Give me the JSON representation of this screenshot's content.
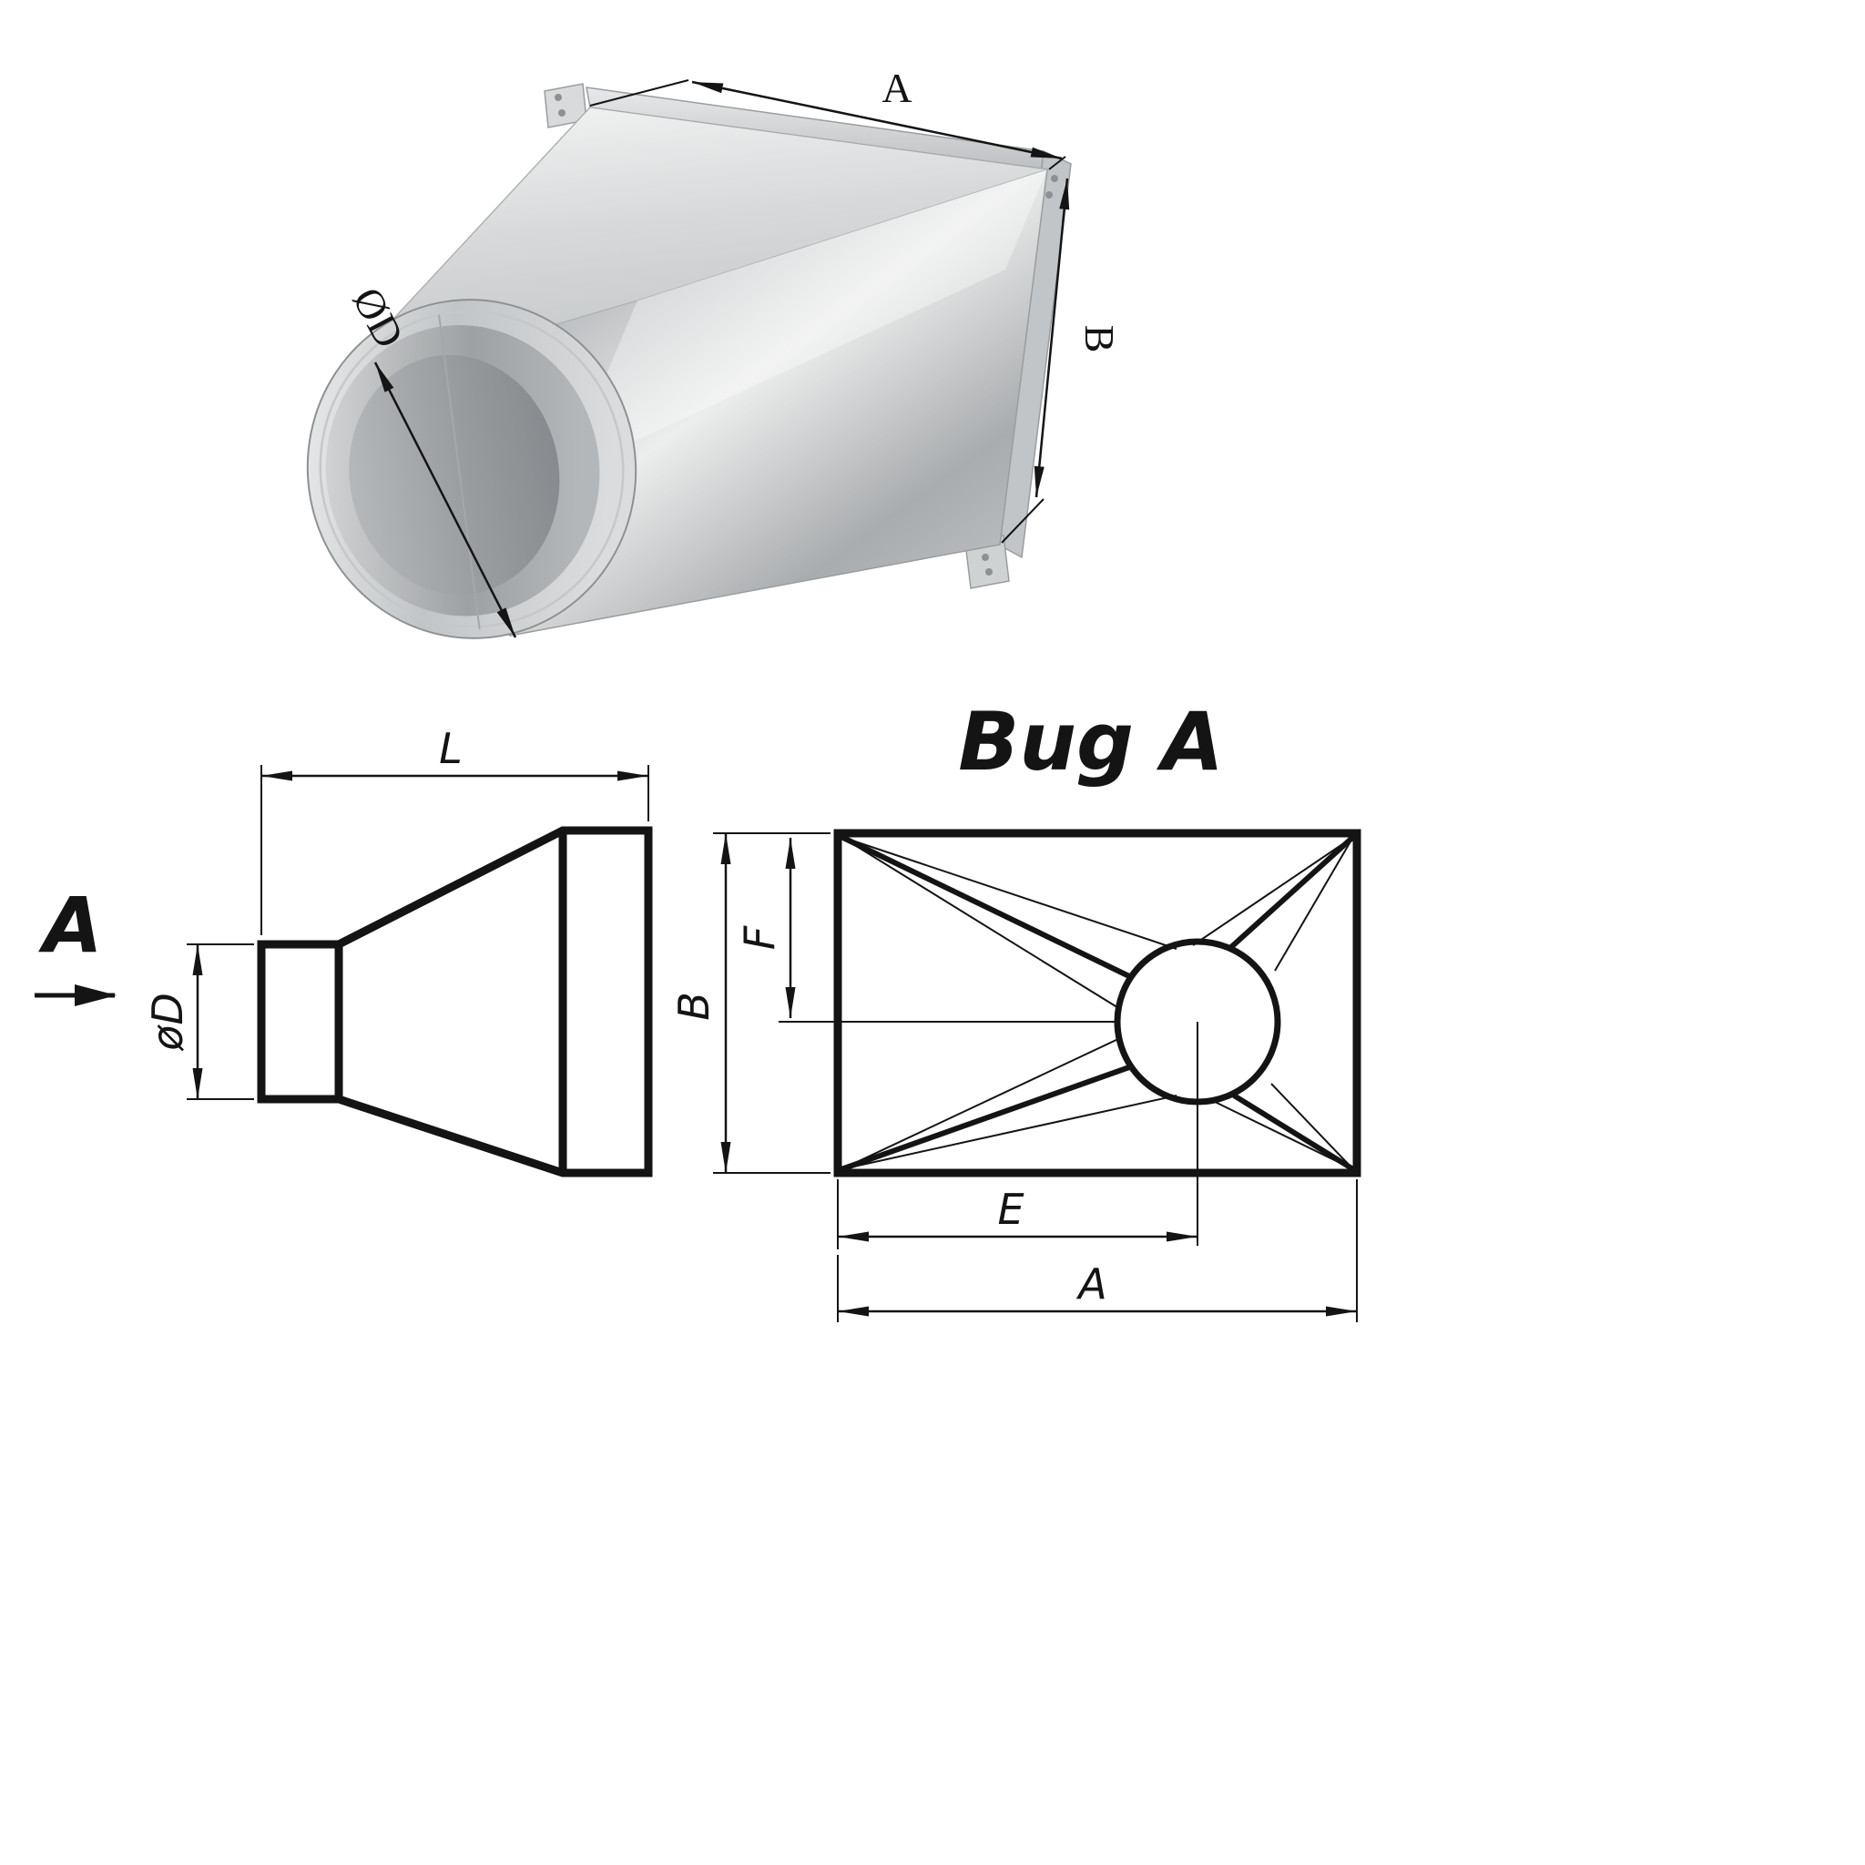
{
  "colors": {
    "ink": "#141414",
    "metal_light": "#f0f1f2",
    "metal_mid": "#c3c6c8",
    "metal_dark": "#9a9da0"
  },
  "photo": {
    "dim_width": "A",
    "dim_height": "B",
    "dim_diameter": "ØD"
  },
  "side_view": {
    "dim_length": "L",
    "dim_diameter": "øD",
    "view_direction_label": "A"
  },
  "view_a": {
    "title": "Bug A",
    "dim_height": "B",
    "dim_offset_f": "F",
    "dim_offset_e": "E",
    "dim_width": "A"
  }
}
